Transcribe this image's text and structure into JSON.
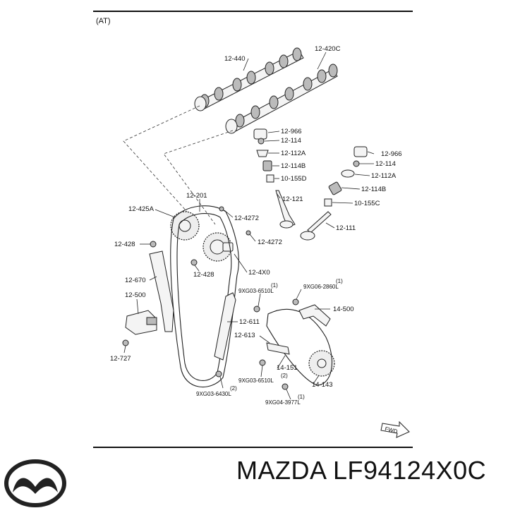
{
  "diagram": {
    "variant": "(AT)",
    "labels": {
      "p12440": "12-440",
      "p12420c": "12-420C",
      "p12966a": "12-966",
      "p12114a": "12-114",
      "p12112a_a": "12-112A",
      "p12114b_a": "12-114B",
      "p10155d": "10-155D",
      "p12121": "12-121",
      "p12966b": "12-966",
      "p12114b": "12-114",
      "p12112a_b": "12-112A",
      "p12114b_b": "12-114B",
      "p10155c": "10-155C",
      "p12111": "12-111",
      "p12201": "12-201",
      "p12425a": "12-425A",
      "p12427_2a": "12-4272",
      "p12427_2b": "12-4272",
      "p12428a": "12-428",
      "p12428b": "12-428",
      "p124x0": "12-4X0",
      "p12670": "12-670",
      "p12500": "12-500",
      "p12727": "12-727",
      "p9xg03_6510l_a": "9XG03-6510L",
      "q1a": "(1)",
      "p9xg06_2860l": "9XG06-2860L",
      "q1b": "(1)",
      "p14500": "14-500",
      "p12611": "12-611",
      "p12613": "12-613",
      "p14151": "14-151",
      "q2a": "(2)",
      "p9xg03_6510l_b": "9XG03-6510L",
      "p14143": "14-143",
      "q2b": "(2)",
      "p9xg03_6430l": "9XG03-6430L",
      "q1c": "(1)",
      "p9xg04_3977l": "9XG04-3977L",
      "fwd": "FWD"
    }
  },
  "brand": {
    "logo": "mazda-logo-icon",
    "caption": "MAZDA LF94124X0C"
  }
}
